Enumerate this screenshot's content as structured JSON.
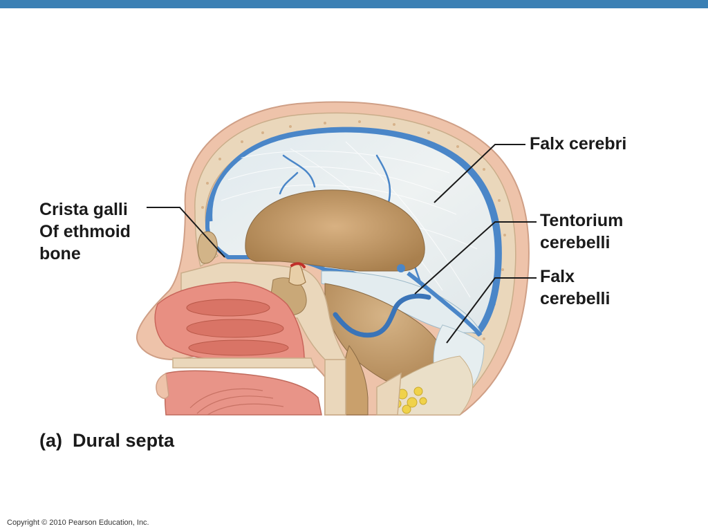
{
  "labels": {
    "crista_galli": [
      "Crista galli",
      "Of ethmoid",
      "bone"
    ],
    "falx_cerebri": "Falx cerebri",
    "tentorium_cerebelli": [
      "Tentorium",
      "cerebelli"
    ],
    "falx_cerebelli": [
      "Falx",
      "cerebelli"
    ]
  },
  "caption": {
    "part": "(a)",
    "title": "Dural septa"
  },
  "copyright": "Copyright © 2010 Pearson Education, Inc.",
  "colors": {
    "top_bar": "#3b80b4",
    "bone": "#e8d2b4",
    "skin": "#edc1a8",
    "dura": "#cfe0e8",
    "vessel": "#4a86c8",
    "brain_cavity": "#c49a66",
    "nasal": "#e89080"
  }
}
